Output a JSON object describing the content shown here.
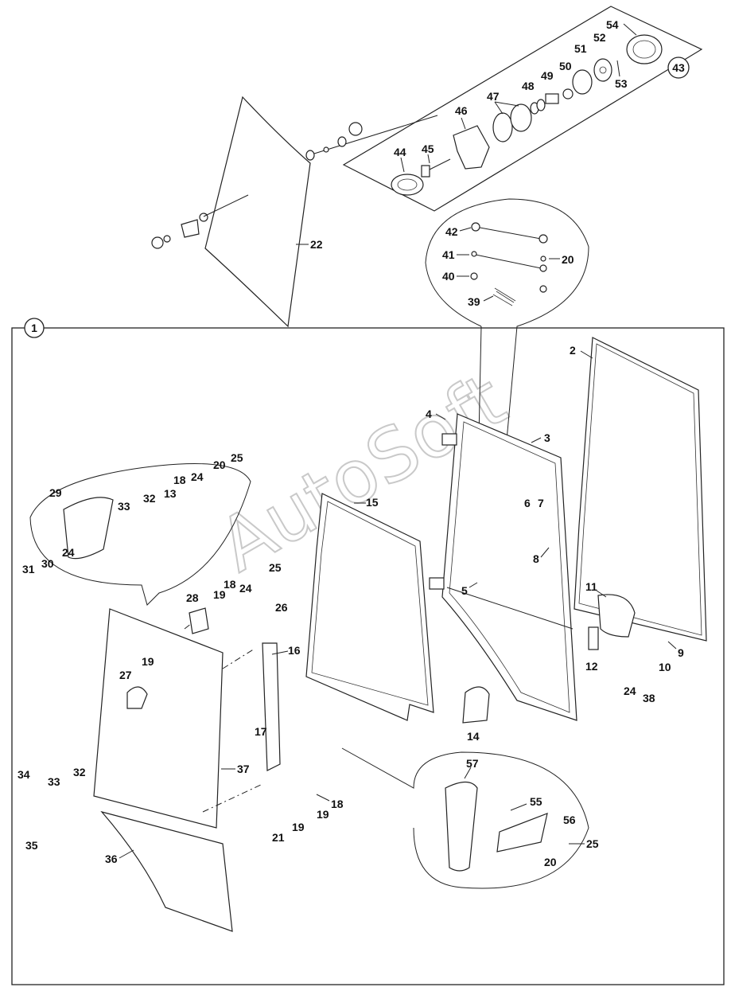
{
  "watermark": "AutoSoft",
  "assembly_callouts": [
    "1",
    "43"
  ],
  "part_numbers": {
    "p2": "2",
    "p3": "3",
    "p4": "4",
    "p5": "5",
    "p6": "6",
    "p7": "7",
    "p8": "8",
    "p9": "9",
    "p10": "10",
    "p11": "11",
    "p12": "12",
    "p13": "13",
    "p14": "14",
    "p15": "15",
    "p16": "16",
    "p17": "17",
    "p18a": "18",
    "p18b": "18",
    "p18c": "18",
    "p19a": "19",
    "p19b": "19",
    "p19c": "19",
    "p19d": "19",
    "p20a": "20",
    "p20b": "20",
    "p20c": "20",
    "p21": "21",
    "p22": "22",
    "p24a": "24",
    "p24b": "24",
    "p24c": "24",
    "p24d": "24",
    "p25a": "25",
    "p25b": "25",
    "p25c": "25",
    "p26": "26",
    "p27": "27",
    "p28": "28",
    "p29": "29",
    "p30": "30",
    "p31": "31",
    "p32a": "32",
    "p32b": "32",
    "p33a": "33",
    "p33b": "33",
    "p34": "34",
    "p35": "35",
    "p36": "36",
    "p37": "37",
    "p38": "38",
    "p39": "39",
    "p40": "40",
    "p41": "41",
    "p42": "42",
    "p44": "44",
    "p45": "45",
    "p46": "46",
    "p47": "47",
    "p48": "48",
    "p49": "49",
    "p50": "50",
    "p51": "51",
    "p52": "52",
    "p53": "53",
    "p54": "54",
    "p55": "55",
    "p56": "56",
    "p57": "57"
  }
}
